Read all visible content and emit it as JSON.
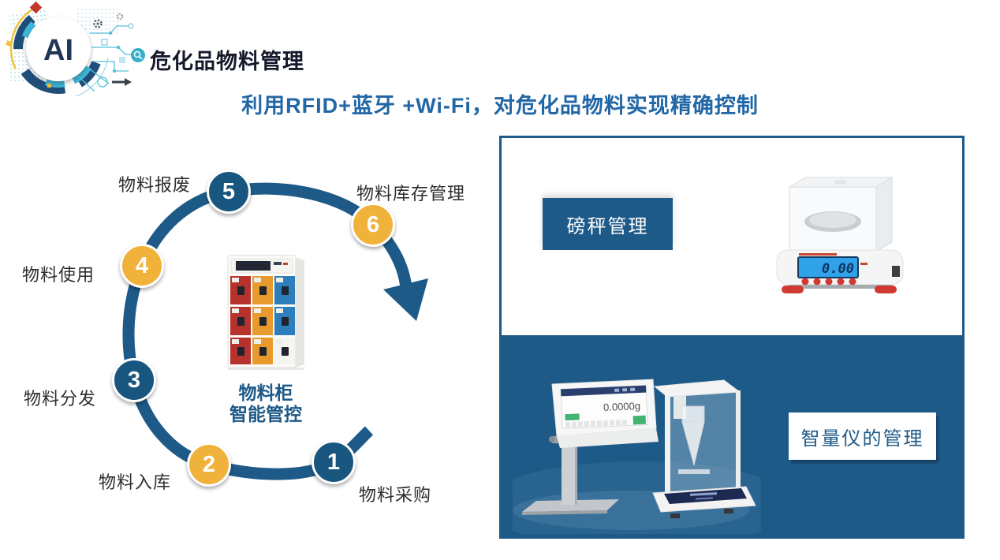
{
  "slide": {
    "logo": {
      "text": "AI"
    },
    "title": "危化品物料管理",
    "subtitle": "利用RFID+蓝牙 +Wi-Fi，对危化品物料实现精确控制"
  },
  "cycle": {
    "caption": {
      "line1": "物料柜",
      "line2": "智能管控"
    },
    "steps": [
      {
        "num": "1",
        "label": "物料采购"
      },
      {
        "num": "2",
        "label": "物料入库"
      },
      {
        "num": "3",
        "label": "物料分发"
      },
      {
        "num": "4",
        "label": "物料使用"
      },
      {
        "num": "5",
        "label": "物料报废"
      },
      {
        "num": "6",
        "label": "物料库存管理"
      }
    ]
  },
  "panels": {
    "scale": {
      "button_label": "磅秤管理",
      "display_value": "0.00"
    },
    "doser": {
      "label": "智量仪的管理",
      "display_value": "0.0000g"
    }
  },
  "colors": {
    "dark_blue": "#1E5A88",
    "node_blue": "#19567F",
    "accent_yellow": "#F1B23B",
    "subtitle_blue": "#2166A6",
    "locker_red": "#B5332C",
    "locker_orange": "#E89A2D",
    "locker_blue": "#2E7DBD"
  }
}
